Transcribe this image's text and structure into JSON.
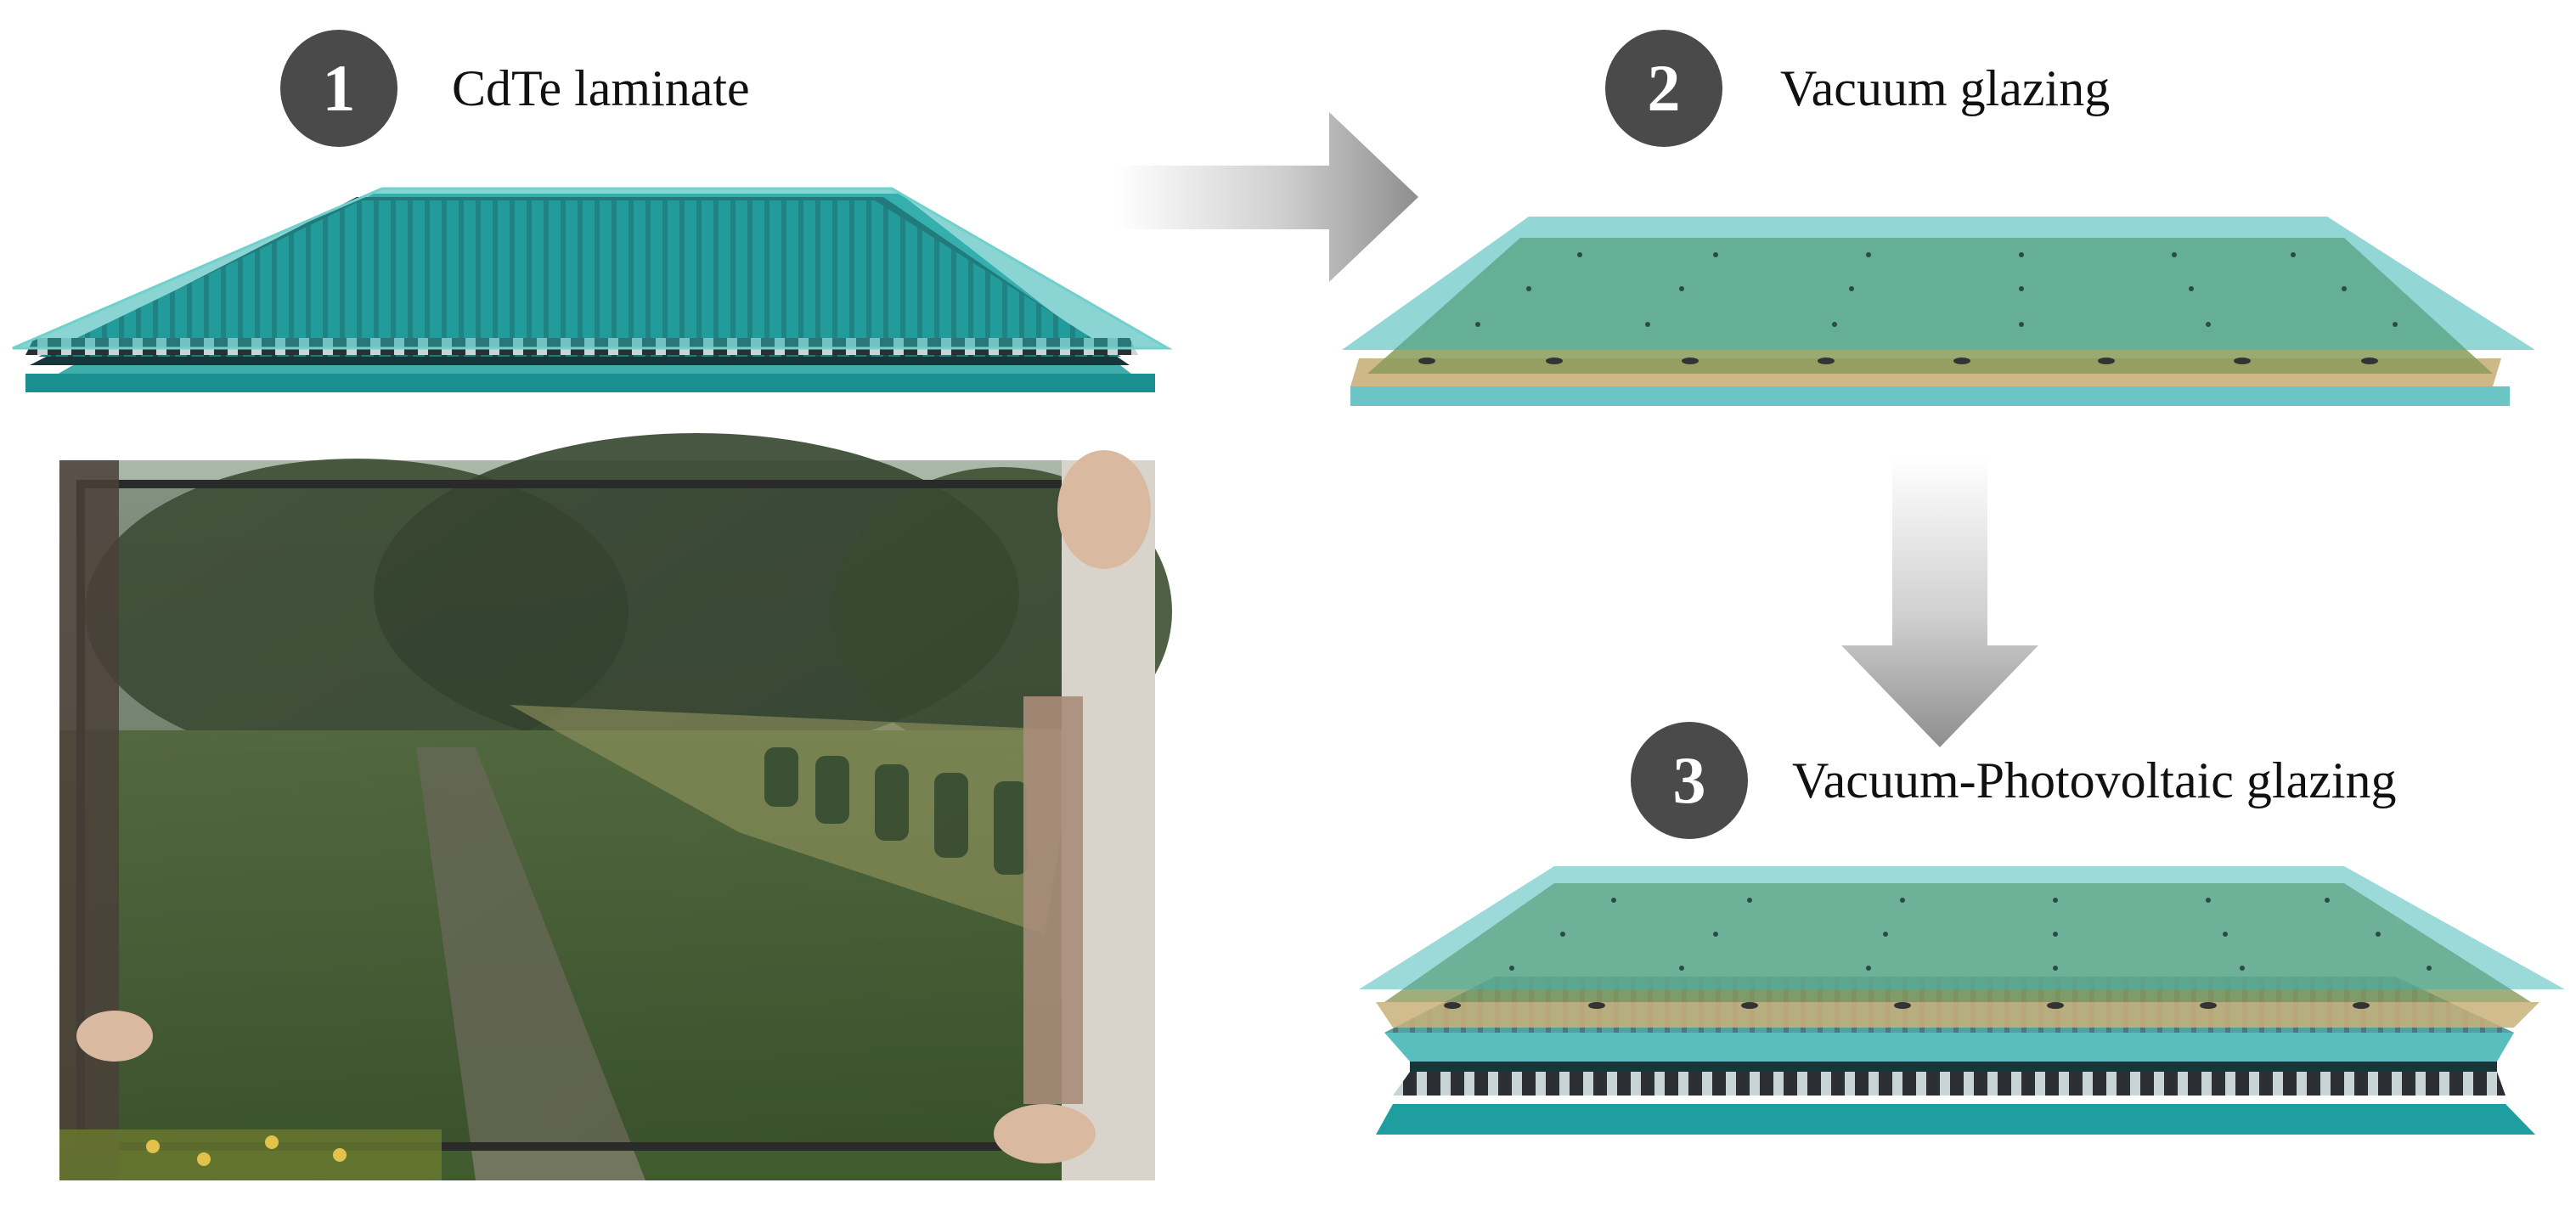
{
  "steps": [
    {
      "number": "1",
      "label": "CdTe laminate"
    },
    {
      "number": "2",
      "label": "Vacuum glazing"
    },
    {
      "number": "3",
      "label": "Vacuum-Photovoltaic glazing"
    }
  ],
  "colors": {
    "glass_teal": "#1e9e9e",
    "glass_light": "#6fc9c9",
    "vacuum_green": "#8a9a5b",
    "tan_layer": "#c9b07a",
    "cell_stripe": "#2b2f33",
    "arrow_gray": "#9a9a9a",
    "badge": "#4a4a4a"
  },
  "icons": [
    "arrow-right-icon",
    "arrow-down-icon"
  ]
}
